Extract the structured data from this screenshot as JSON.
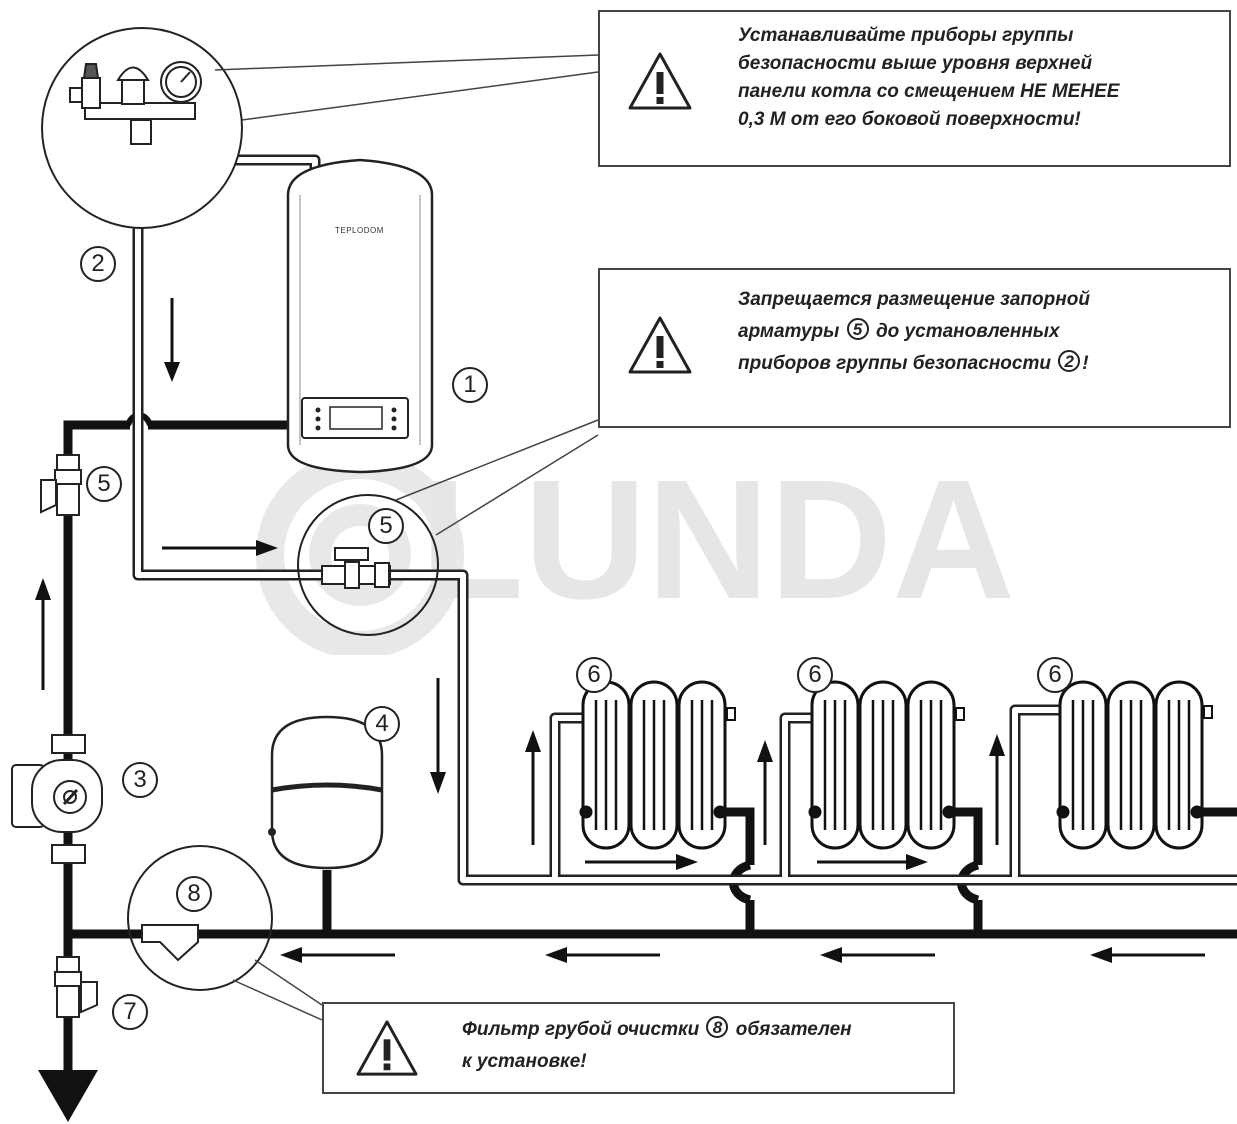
{
  "watermark": "LUNDA",
  "boiler": {
    "brand": "TEPLODOM"
  },
  "labels": {
    "boiler": "1",
    "safety_group": "2",
    "pump": "3",
    "expansion_tank": "4",
    "valve_return": "5",
    "valve_supply": "5",
    "radiator_1": "6",
    "radiator_2": "6",
    "radiator_3": "6",
    "drain_valve": "7",
    "filter": "8"
  },
  "notes": {
    "safety_group": {
      "lines": [
        "Устанавливайте приборы группы",
        "безопасности выше уровня верхней",
        "панели котла со смещением НЕ МЕНЕЕ",
        "0,3 М от его боковой поверхности!"
      ]
    },
    "shutoff": {
      "line1": "Запрещается размещение запорной",
      "line2_a": "арматуры",
      "line2_num": "5",
      "line2_b": "до установленных",
      "line3_a": "приборов группы безопасности",
      "line3_num": "2",
      "line3_b": "!"
    },
    "filter": {
      "line1_a": "Фильтр грубой очистки",
      "line1_num": "8",
      "line1_b": "обязателен",
      "line2": "к установке!"
    }
  },
  "colors": {
    "pipe": "#111111",
    "outline": "#222222",
    "watermark": "#e6e6e6"
  }
}
